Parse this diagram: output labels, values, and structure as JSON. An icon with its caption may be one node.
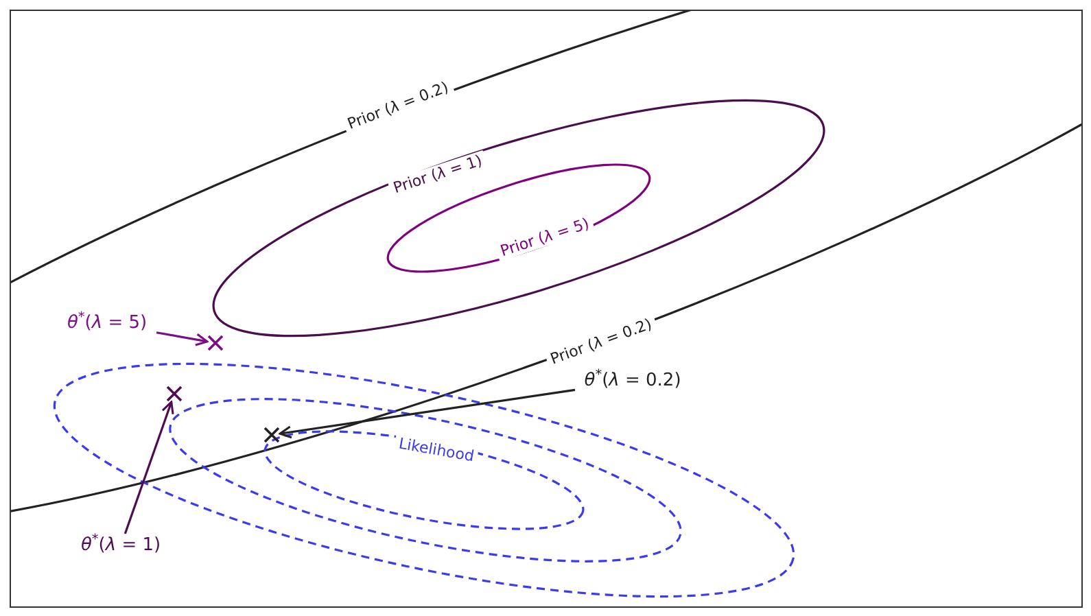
{
  "diagram": {
    "nodes": [
      {
        "text": [
          "*θ*$^{*}$(*λ* = 5)"
        ]
      },
      {
        "text": [],
        "shape": "cross"
      },
      {
        "text": [
          "*θ*$^{*}$(*λ* = 1)"
        ]
      },
      {
        "text": [],
        "shape": "cross"
      },
      {
        "text": [
          "*θ*$^{*}$(*λ* = 0.2)"
        ]
      },
      {
        "text": [],
        "shape": "cross"
      }
    ],
    "edges": [
      {
        "from": 0,
        "to": 1,
        "arrow": "to",
        "color": "#7b0d85"
      },
      {
        "from": 2,
        "to": 3,
        "arrow": "to",
        "color": "#4f0c52"
      },
      {
        "from": 4,
        "to": 5,
        "arrow": "to",
        "color": "#222222"
      }
    ],
    "labels": [
      "Prior (*λ* = 0.2)",
      "Prior (*λ* = 1)",
      "Prior (*λ* = 5)",
      "Prior (*λ* = 0.2)",
      "Likelihood"
    ]
  }
}
